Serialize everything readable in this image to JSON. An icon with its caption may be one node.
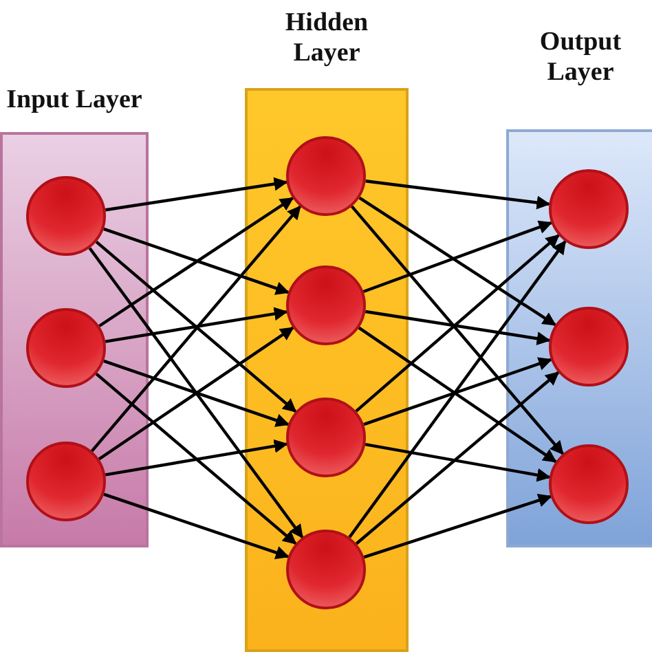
{
  "diagram": {
    "nodes": [
      {
        "text": [
          "Input Layer"
        ]
      },
      {
        "text": [
          "Hidden Layer"
        ]
      },
      {
        "text": [
          "Output Layer"
        ]
      },
      {
        "text": [],
        "shape": "circle",
        "in": 0
      },
      {
        "text": [],
        "shape": "circle",
        "in": 0
      },
      {
        "text": [],
        "shape": "circle",
        "in": 0
      },
      {
        "text": [],
        "shape": "circle",
        "in": 1
      },
      {
        "text": [],
        "shape": "circle",
        "in": 1
      },
      {
        "text": [],
        "shape": "circle",
        "in": 1
      },
      {
        "text": [],
        "shape": "circle",
        "in": 1
      },
      {
        "text": [],
        "shape": "circle",
        "in": 2
      },
      {
        "text": [],
        "shape": "circle",
        "in": 2
      },
      {
        "text": [],
        "shape": "circle",
        "in": 2
      }
    ],
    "edges": [
      {
        "from": 3,
        "to": 6,
        "arrow": "to"
      },
      {
        "from": 3,
        "to": 7,
        "arrow": "to"
      },
      {
        "from": 3,
        "to": 8,
        "arrow": "to"
      },
      {
        "from": 3,
        "to": 9,
        "arrow": "to"
      },
      {
        "from": 4,
        "to": 6,
        "arrow": "to"
      },
      {
        "from": 4,
        "to": 7,
        "arrow": "to"
      },
      {
        "from": 4,
        "to": 8,
        "arrow": "to"
      },
      {
        "from": 4,
        "to": 9,
        "arrow": "to"
      },
      {
        "from": 5,
        "to": 6,
        "arrow": "to"
      },
      {
        "from": 5,
        "to": 7,
        "arrow": "to"
      },
      {
        "from": 5,
        "to": 8,
        "arrow": "to"
      },
      {
        "from": 5,
        "to": 9,
        "arrow": "to"
      },
      {
        "from": 6,
        "to": 10,
        "arrow": "to"
      },
      {
        "from": 6,
        "to": 11,
        "arrow": "to"
      },
      {
        "from": 6,
        "to": 12,
        "arrow": "to"
      },
      {
        "from": 7,
        "to": 10,
        "arrow": "to"
      },
      {
        "from": 7,
        "to": 11,
        "arrow": "to"
      },
      {
        "from": 7,
        "to": 12,
        "arrow": "to"
      },
      {
        "from": 8,
        "to": 10,
        "arrow": "to"
      },
      {
        "from": 8,
        "to": 11,
        "arrow": "to"
      },
      {
        "from": 8,
        "to": 12,
        "arrow": "to"
      },
      {
        "from": 9,
        "to": 10,
        "arrow": "to"
      },
      {
        "from": 9,
        "to": 11,
        "arrow": "to"
      },
      {
        "from": 9,
        "to": 12,
        "arrow": "to"
      }
    ]
  }
}
